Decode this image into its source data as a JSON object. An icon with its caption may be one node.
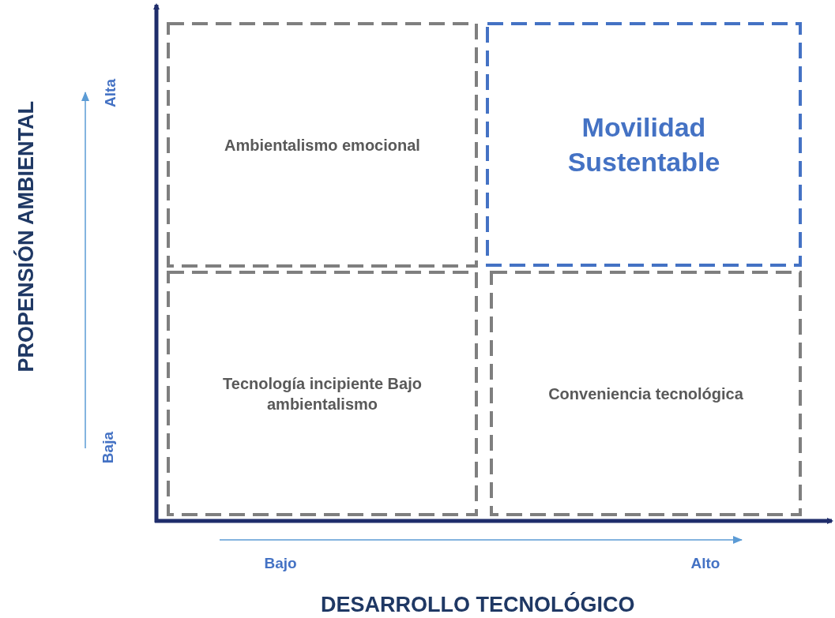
{
  "diagram": {
    "nodes": [
      {
        "text": [
          "Ambientalismo emocional"
        ]
      },
      {
        "text": [
          "Movilidad Sustentable"
        ]
      },
      {
        "text": [
          "Tecnología incipiente Bajo ambientalismo"
        ]
      },
      {
        "text": [
          "Conveniencia tecnológica"
        ]
      }
    ],
    "edges": [],
    "labels": [
      "PROPENSIÓN AMBIENTAL",
      "Alta",
      "Baja",
      "Bajo",
      "Alto",
      "DESARROLLO TECNOLÓGICO"
    ]
  }
}
